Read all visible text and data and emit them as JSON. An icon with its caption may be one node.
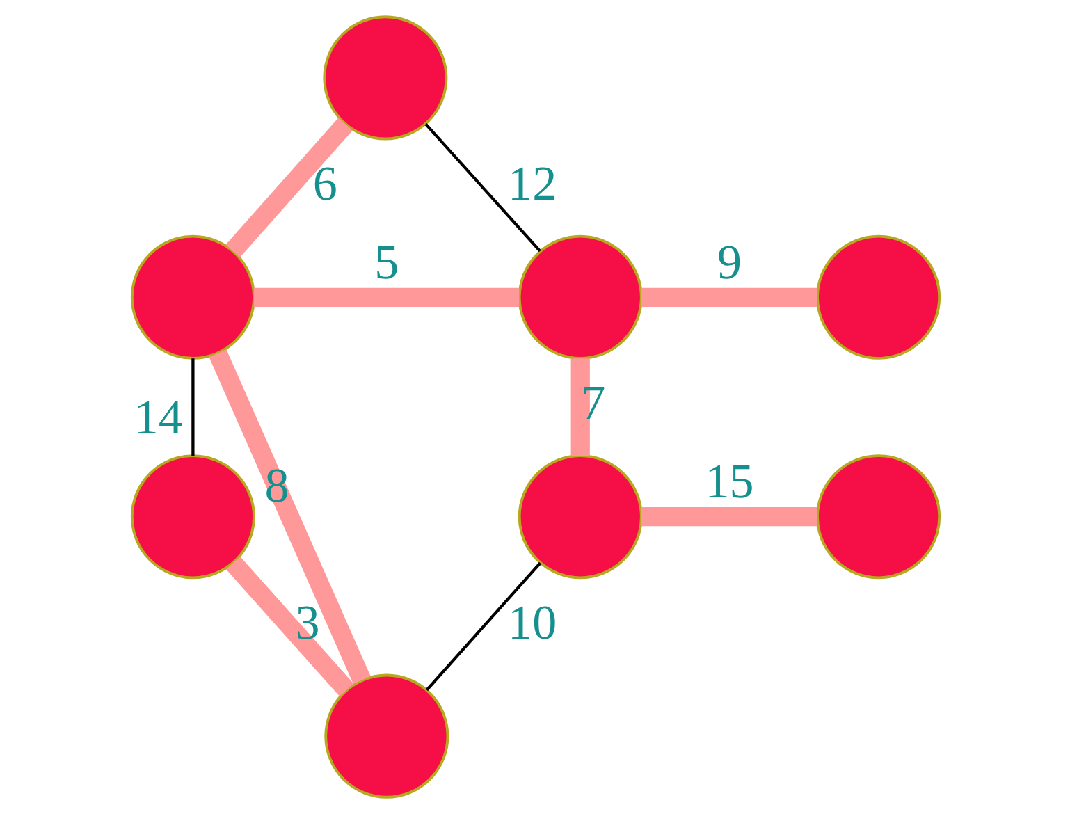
{
  "diagram": {
    "nodes": [
      {
        "text": [],
        "shape": "circle"
      },
      {
        "text": [],
        "shape": "circle"
      },
      {
        "text": [],
        "shape": "circle"
      },
      {
        "text": [],
        "shape": "circle"
      },
      {
        "text": [],
        "shape": "circle"
      },
      {
        "text": [],
        "shape": "circle"
      },
      {
        "text": [],
        "shape": "circle"
      },
      {
        "text": [],
        "shape": "circle"
      }
    ],
    "edges": [
      {
        "from": 0,
        "to": 1,
        "arrow": "none",
        "label": "6"
      },
      {
        "from": 0,
        "to": 2,
        "arrow": "none",
        "label": "12",
        "color": "#000000"
      },
      {
        "from": 1,
        "to": 2,
        "arrow": "none",
        "label": "5"
      },
      {
        "from": 2,
        "to": 3,
        "arrow": "none",
        "label": "9"
      },
      {
        "from": 1,
        "to": 4,
        "arrow": "none",
        "label": "14",
        "color": "#000000"
      },
      {
        "from": 1,
        "to": 7,
        "arrow": "none",
        "label": "8"
      },
      {
        "from": 4,
        "to": 7,
        "arrow": "none",
        "label": "3"
      },
      {
        "from": 2,
        "to": 5,
        "arrow": "none",
        "label": "7"
      },
      {
        "from": 5,
        "to": 6,
        "arrow": "none",
        "label": "15"
      },
      {
        "from": 5,
        "to": 7,
        "arrow": "none",
        "label": "10",
        "color": "#000000"
      }
    ]
  }
}
